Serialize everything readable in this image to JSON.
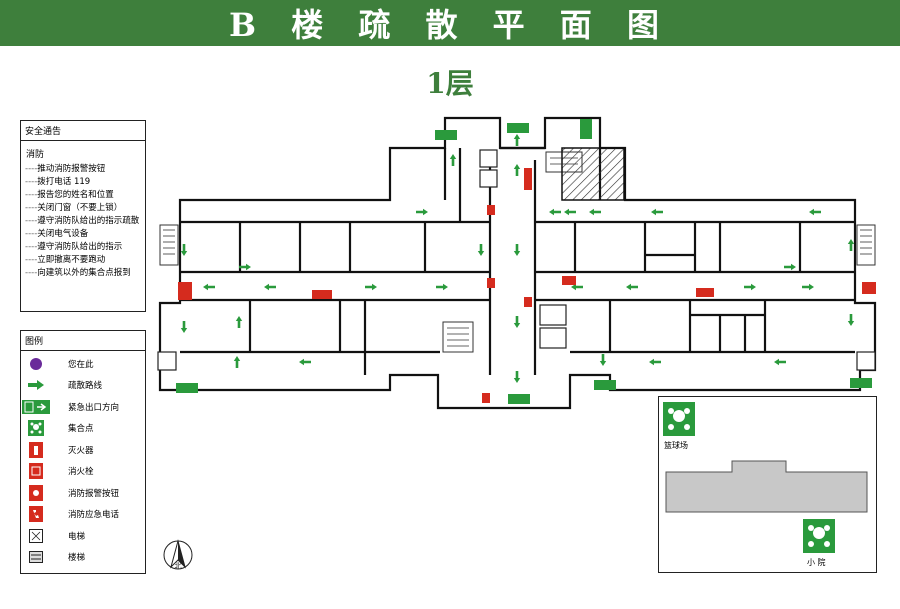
{
  "header": {
    "title": "B 楼 疏 散 平 面 图",
    "floor": "1层"
  },
  "notice": {
    "title": "安全通告",
    "section": "消防",
    "items": [
      "推动消防报警按钮",
      "拨打电话 119",
      "报告您的姓名和位置",
      "关闭门窗（不要上锁）",
      "遵守消防队给出的指示疏散",
      "关闭电气设备",
      "遵守消防队给出的指示",
      "立即撤离不要跑动",
      "向建筑以外的集合点报到"
    ],
    "dash": "----"
  },
  "legend": {
    "title": "图例",
    "items": [
      {
        "label": "您在此",
        "icon": "you-are-here-icon"
      },
      {
        "label": "疏散路线",
        "icon": "evacuation-arrow-icon"
      },
      {
        "label": "紧急出口方向",
        "icon": "emergency-exit-icon"
      },
      {
        "label": "集合点",
        "icon": "assembly-point-icon"
      },
      {
        "label": "灭火器",
        "icon": "fire-extinguisher-icon"
      },
      {
        "label": "消火栓",
        "icon": "fire-hydrant-icon"
      },
      {
        "label": "消防报警按钮",
        "icon": "fire-alarm-button-icon"
      },
      {
        "label": "消防应急电话",
        "icon": "emergency-phone-icon"
      },
      {
        "label": "电梯",
        "icon": "elevator-icon"
      },
      {
        "label": "楼梯",
        "icon": "stairs-icon"
      }
    ]
  },
  "inset": {
    "label_top": "篮球场",
    "label_bottom": "小 院"
  },
  "compass": {
    "label": "北"
  },
  "colors": {
    "green": "#3e7f3c",
    "exit_green": "#2a9a3c",
    "red": "#d52b1e",
    "purple": "#6a2a9a"
  }
}
